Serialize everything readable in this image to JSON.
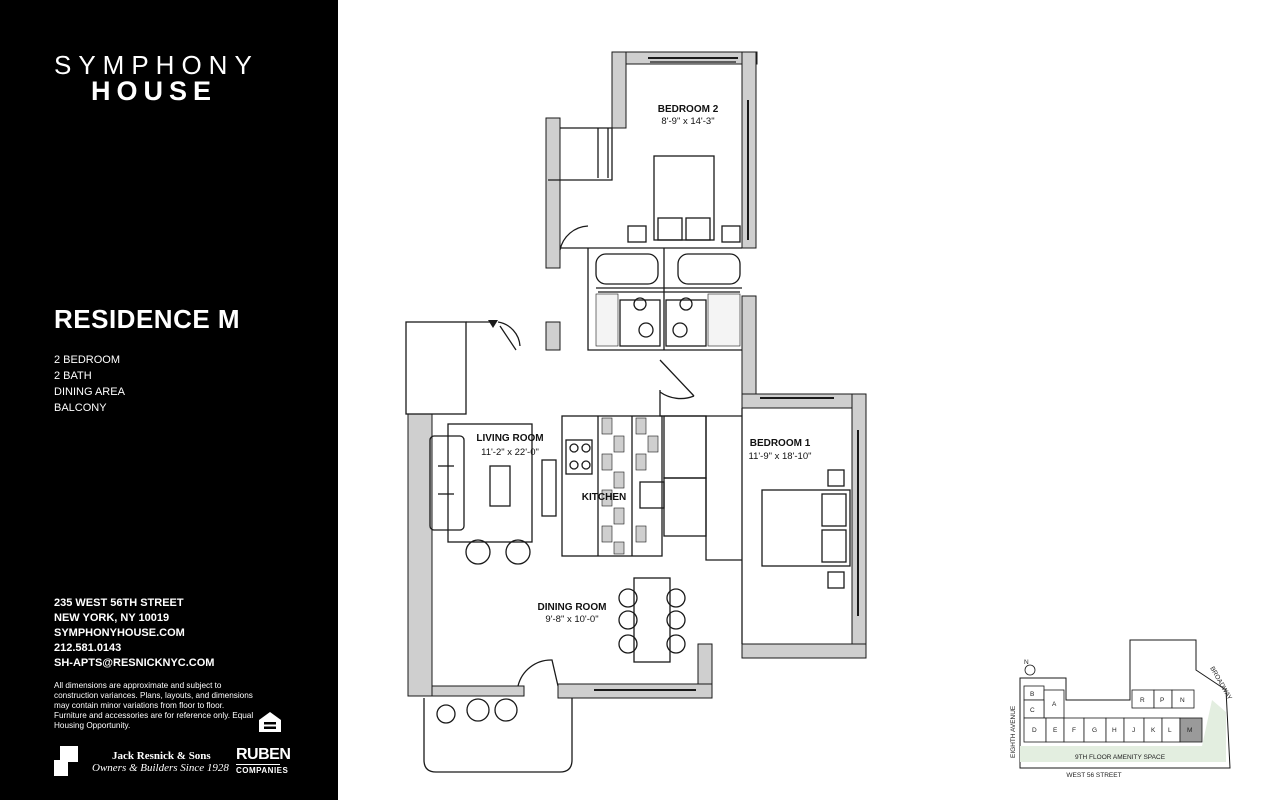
{
  "brand": {
    "line1": "SYMPHONY",
    "line2": "HOUSE"
  },
  "residence": {
    "title": "RESIDENCE M",
    "features": [
      "2 BEDROOM",
      "2 BATH",
      "DINING AREA",
      "BALCONY"
    ]
  },
  "contact": {
    "street": "235 WEST 56TH STREET",
    "city": "NEW YORK, NY 10019",
    "website": "SYMPHONYHOUSE.COM",
    "phone": "212.581.0143",
    "email": "SH-APTS@RESNICKNYC.COM"
  },
  "disclaimer": "All dimensions are approximate and subject to construction variances. Plans, layouts, and dimensions may contain minor variations from floor to floor. Furniture and accessories are for reference only. Equal Housing Opportunity.",
  "developers": {
    "resnick_name": "Jack Resnick & Sons",
    "resnick_tagline": "Owners & Builders Since 1928",
    "ruben_line1": "RUBEN",
    "ruben_line2": "COMPANIES"
  },
  "rooms": {
    "bedroom2": {
      "name": "BEDROOM 2",
      "dim": "8'-9\" x 14'-3\""
    },
    "bedroom1": {
      "name": "BEDROOM 1",
      "dim": "11'-9\" x 18'-10\""
    },
    "living": {
      "name": "LIVING ROOM",
      "dim": "11'-2\" x 22'-0\""
    },
    "kitchen": {
      "name": "KITCHEN"
    },
    "dining": {
      "name": "DINING ROOM",
      "dim": "9'-8\" x 10'-0\""
    }
  },
  "key_plan": {
    "north": "N",
    "streets": {
      "west": "EIGHTH AVENUE",
      "east": "BROADWAY",
      "south": "WEST 56 STREET"
    },
    "amenity": "9TH FLOOR AMENITY SPACE",
    "units": [
      "A",
      "B",
      "C",
      "D",
      "E",
      "F",
      "G",
      "H",
      "J",
      "K",
      "L",
      "M",
      "N",
      "P",
      "R"
    ],
    "highlighted_unit": "M"
  },
  "colors": {
    "sidebar": "#000000",
    "wall": "#cfcfcf",
    "line": "#1a1a1a",
    "amenity": "#e3eee0",
    "highlight": "#9a9a9a"
  }
}
